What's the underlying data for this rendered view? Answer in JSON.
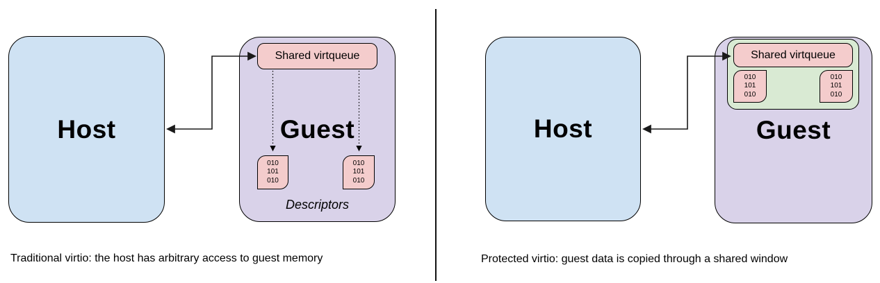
{
  "colors": {
    "host_fill": "#cfe2f3",
    "guest_fill": "#d9d2e9",
    "virtqueue_fill": "#f4cccc",
    "descriptor_fill": "#f4cccc",
    "window_fill": "#d9ead3",
    "border": "#000000",
    "connector": "#1a1a1a",
    "background": "#ffffff"
  },
  "panels": [
    {
      "name": "traditional-virtio",
      "host_label": "Host",
      "guest_label": "Guest",
      "virtqueue_label": "Shared virtqueue",
      "descriptors_label": "Descriptors",
      "descriptor_boxes": [
        {
          "lines": [
            "010",
            "101",
            "010"
          ]
        },
        {
          "lines": [
            "010",
            "101",
            "010"
          ]
        }
      ],
      "caption": "Traditional virtio: the host has arbitrary access to guest memory"
    },
    {
      "name": "protected-virtio",
      "host_label": "Host",
      "guest_label": "Guest",
      "virtqueue_label": "Shared virtqueue",
      "descriptor_boxes": [
        {
          "lines": [
            "010",
            "101",
            "010"
          ]
        },
        {
          "lines": [
            "010",
            "101",
            "010"
          ]
        }
      ],
      "caption": "Protected virtio: guest data is copied through a shared window"
    }
  ]
}
